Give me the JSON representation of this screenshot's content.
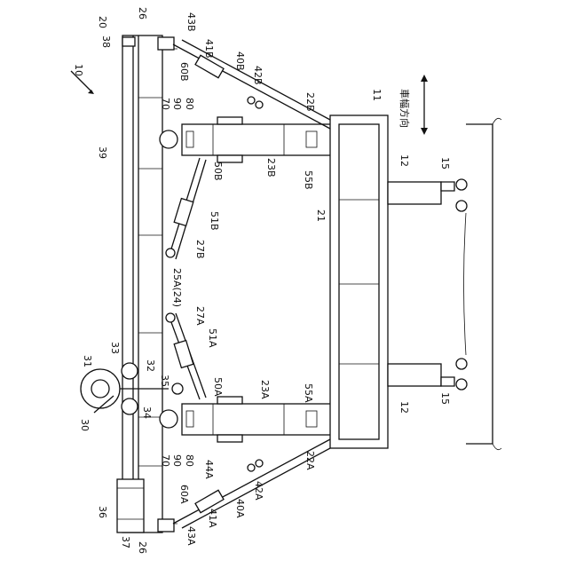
{
  "labels": [
    {
      "id": "l10",
      "text": "10"
    },
    {
      "id": "l20",
      "text": "20"
    },
    {
      "id": "l26t",
      "text": "26"
    },
    {
      "id": "l38",
      "text": "38"
    },
    {
      "id": "l43B",
      "text": "43B"
    },
    {
      "id": "l41B",
      "text": "41B"
    },
    {
      "id": "l40B",
      "text": "40B"
    },
    {
      "id": "l42B",
      "text": "42B"
    },
    {
      "id": "l60B",
      "text": "60B"
    },
    {
      "id": "l70t",
      "text": "70"
    },
    {
      "id": "l90t",
      "text": "90"
    },
    {
      "id": "l80t",
      "text": "80"
    },
    {
      "id": "l22B",
      "text": "22B"
    },
    {
      "id": "l11",
      "text": "11"
    },
    {
      "id": "l39",
      "text": "39"
    },
    {
      "id": "l23B",
      "text": "23B"
    },
    {
      "id": "l50B",
      "text": "50B"
    },
    {
      "id": "l55B",
      "text": "55B"
    },
    {
      "id": "l12t",
      "text": "12"
    },
    {
      "id": "l15t",
      "text": "15"
    },
    {
      "id": "l51B",
      "text": "51B"
    },
    {
      "id": "l21",
      "text": "21"
    },
    {
      "id": "l27B",
      "text": "27B"
    },
    {
      "id": "l25A",
      "text": "25A(24)"
    },
    {
      "id": "l27A",
      "text": "27A"
    },
    {
      "id": "l51A",
      "text": "51A"
    },
    {
      "id": "l31",
      "text": "31"
    },
    {
      "id": "l33",
      "text": "33"
    },
    {
      "id": "l32",
      "text": "32"
    },
    {
      "id": "l35",
      "text": "35"
    },
    {
      "id": "l50A",
      "text": "50A"
    },
    {
      "id": "l23A",
      "text": "23A"
    },
    {
      "id": "l55A",
      "text": "55A"
    },
    {
      "id": "l30",
      "text": "30"
    },
    {
      "id": "l34",
      "text": "34"
    },
    {
      "id": "l12b",
      "text": "12"
    },
    {
      "id": "l15b",
      "text": "15"
    },
    {
      "id": "l70b",
      "text": "70"
    },
    {
      "id": "l90b",
      "text": "90"
    },
    {
      "id": "l80b",
      "text": "80"
    },
    {
      "id": "l44A",
      "text": "44A"
    },
    {
      "id": "l22A",
      "text": "22A"
    },
    {
      "id": "l60A",
      "text": "60A"
    },
    {
      "id": "l42A",
      "text": "42A"
    },
    {
      "id": "l40A",
      "text": "40A"
    },
    {
      "id": "l36",
      "text": "36"
    },
    {
      "id": "l43A",
      "text": "43A"
    },
    {
      "id": "l41A",
      "text": "41A"
    },
    {
      "id": "l37",
      "text": "37"
    },
    {
      "id": "l26b",
      "text": "26"
    },
    {
      "id": "ldir",
      "text": "車幅方向"
    }
  ]
}
